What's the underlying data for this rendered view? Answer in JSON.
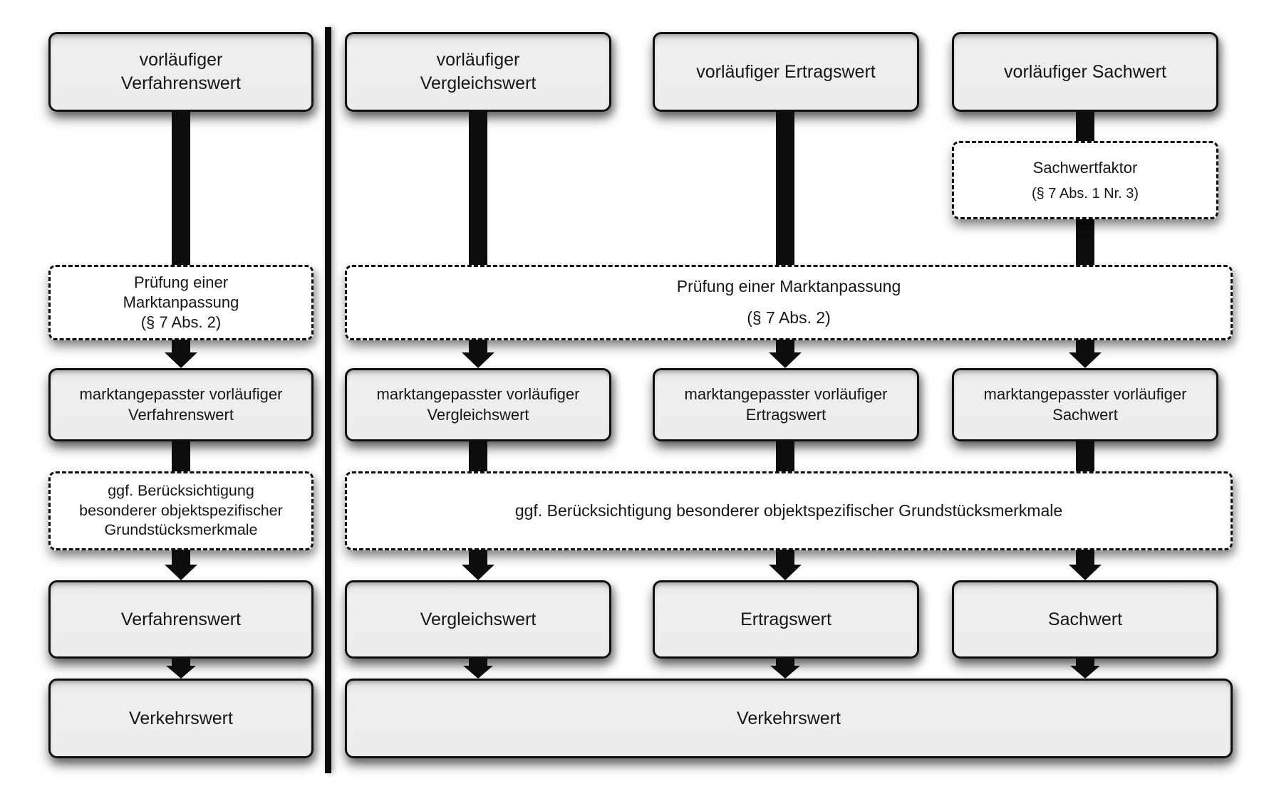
{
  "boxes": {
    "top": {
      "verfahrenswert": {
        "line1": "vorläufiger",
        "line2": "Verfahrenswert"
      },
      "vergleichswert": {
        "line1": "vorläufiger",
        "line2": "Vergleichswert"
      },
      "ertragswert": {
        "line1": "vorläufiger Ertragswert"
      },
      "sachwert": {
        "line1": "vorläufiger Sachwert"
      }
    },
    "sachwertfaktor": {
      "line1": "Sachwertfaktor",
      "line2": "(§ 7 Abs. 1 Nr. 3)"
    },
    "pruefung": {
      "left": {
        "line1": "Prüfung einer",
        "line2": "Marktanpassung",
        "line3": "(§ 7 Abs. 2)"
      },
      "wide": {
        "line1": "Prüfung einer Marktanpassung",
        "line2": "(§ 7 Abs. 2)"
      }
    },
    "marktangepasst": {
      "verfahrenswert": {
        "line1": "marktangepasster vorläufiger",
        "line2": "Verfahrenswert"
      },
      "vergleichswert": {
        "line1": "marktangepasster vorläufiger",
        "line2": "Vergleichswert"
      },
      "ertragswert": {
        "line1": "marktangepasster vorläufiger",
        "line2": "Ertragswert"
      },
      "sachwert": {
        "line1": "marktangepasster vorläufiger",
        "line2": "Sachwert"
      }
    },
    "beruecksichtigung": {
      "left": {
        "line1": "ggf. Berücksichtigung",
        "line2": "besonderer objektspezifischer",
        "line3": "Grundstücksmerkmale"
      },
      "wide": {
        "line1": "ggf. Berücksichtigung besonderer objektspezifischer Grundstücksmerkmale"
      }
    },
    "result": {
      "verfahrenswert": "Verfahrenswert",
      "vergleichswert": "Vergleichswert",
      "ertragswert": "Ertragswert",
      "sachwert": "Sachwert"
    },
    "final": {
      "left": "Verkehrswert",
      "wide": "Verkehrswert"
    }
  },
  "colors": {
    "box_fill": "#ececec",
    "box_border": "#0f0f0f",
    "dashed_fill": "#ffffff",
    "connector": "#0d0d0d",
    "background": "#ffffff"
  }
}
